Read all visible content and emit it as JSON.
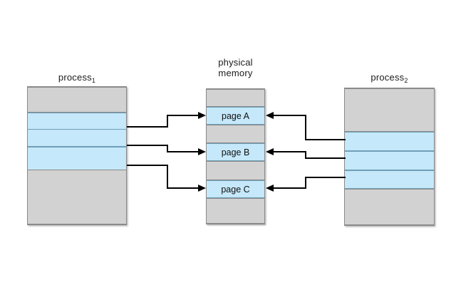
{
  "diagram": {
    "background_color": "#ffffff",
    "gray_color": "#d2d2d2",
    "blue_color": "#c5e8fa",
    "border_color": "#8a8a8a",
    "blue_border_color": "#6f9eb6",
    "arrow_color": "#000000"
  },
  "process1": {
    "title": "process",
    "subscript": "1",
    "bands": [
      {
        "kind": "gray",
        "label": ""
      },
      {
        "kind": "blue",
        "label": ""
      },
      {
        "kind": "blue",
        "label": ""
      },
      {
        "kind": "blue",
        "label": ""
      },
      {
        "kind": "gray",
        "label": ""
      }
    ]
  },
  "physical_memory": {
    "title_line1": "physical",
    "title_line2": "memory",
    "bands": [
      {
        "kind": "gray",
        "label": ""
      },
      {
        "kind": "blue",
        "label": "page A"
      },
      {
        "kind": "gray",
        "label": ""
      },
      {
        "kind": "blue",
        "label": "page B"
      },
      {
        "kind": "gray",
        "label": ""
      },
      {
        "kind": "blue",
        "label": "page C"
      },
      {
        "kind": "gray",
        "label": ""
      }
    ]
  },
  "process2": {
    "title": "process",
    "subscript": "2",
    "bands": [
      {
        "kind": "gray",
        "label": ""
      },
      {
        "kind": "blue",
        "label": ""
      },
      {
        "kind": "blue",
        "label": ""
      },
      {
        "kind": "blue",
        "label": ""
      },
      {
        "kind": "gray",
        "label": ""
      }
    ]
  },
  "mappings": [
    {
      "from": "process1-page-1",
      "to": "page A",
      "direction": "right"
    },
    {
      "from": "process1-page-2",
      "to": "page B",
      "direction": "right"
    },
    {
      "from": "process1-page-3",
      "to": "page C",
      "direction": "right"
    },
    {
      "from": "process2-page-1",
      "to": "page A",
      "direction": "left"
    },
    {
      "from": "process2-page-2",
      "to": "page B",
      "direction": "left"
    },
    {
      "from": "process2-page-3",
      "to": "page C",
      "direction": "left"
    }
  ]
}
